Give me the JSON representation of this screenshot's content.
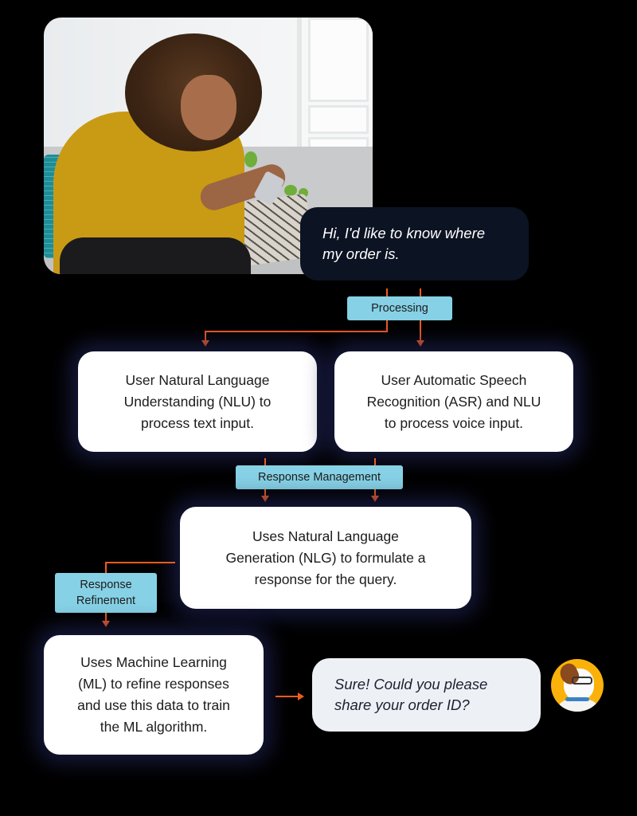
{
  "photo": {
    "alt": "Woman in a mustard top smiling while typing on her smartphone on a sofa"
  },
  "user_message": {
    "text_line1": "Hi, I'd like to know where",
    "text_line2": "my order is."
  },
  "tags": {
    "processing": "Processing",
    "response_management": "Response Management",
    "response_refinement_line1": "Response",
    "response_refinement_line2": "Refinement"
  },
  "cards": {
    "nlu": {
      "line1": "User Natural Language",
      "line2": "Understanding (NLU) to",
      "line3": "process text input."
    },
    "asr": {
      "line1": "User Automatic Speech",
      "line2": "Recognition (ASR) and NLU",
      "line3": "to process voice input."
    },
    "nlg": {
      "line1": "Uses Natural Language",
      "line2": "Generation (NLG) to formulate a",
      "line3": "response for the query."
    },
    "ml": {
      "line1": "Uses Machine Learning",
      "line2": "(ML) to refine responses",
      "line3": "and use this data to train",
      "line4": "the ML algorithm."
    }
  },
  "bot_message": {
    "text_line1": "Sure! Could you please",
    "text_line2": "share your order ID?"
  },
  "bot_avatar": {
    "label": "Dog mascot with glasses"
  },
  "colors": {
    "background": "#000000",
    "user_bubble": "#0c1322",
    "tag": "#86d1e5",
    "connector": "#f05a22",
    "card": "#ffffff",
    "bot_bubble": "#edf0f5",
    "avatar_bg": "#fab20a"
  }
}
